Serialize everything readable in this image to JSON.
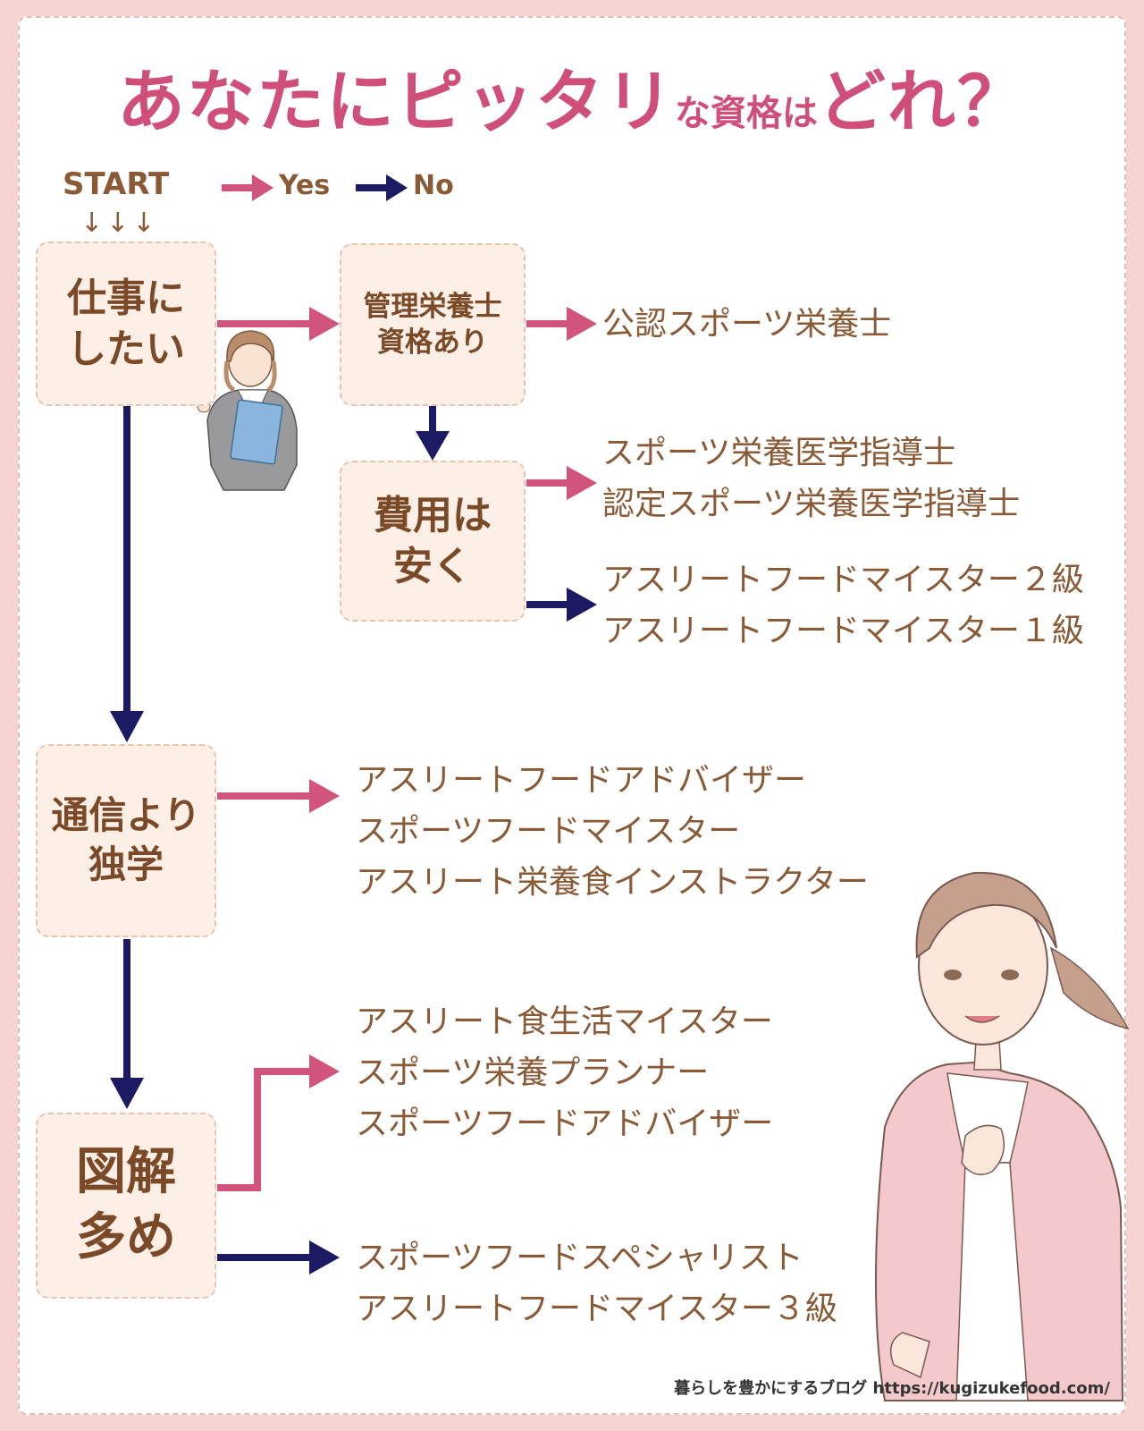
{
  "title": {
    "part1": "あなたにピッタリ",
    "part2": "な資格は",
    "part3": "どれ？"
  },
  "legend": {
    "start": "START",
    "down_arrows": "↓↓↓",
    "yes": "Yes",
    "no": "No"
  },
  "colors": {
    "yes": "#d1547a",
    "no": "#1c1a63",
    "node_bg": "#fdeee6",
    "text": "#8a5a37"
  },
  "nodes": {
    "work": [
      "仕事に",
      "したい"
    ],
    "dietitian": [
      "管理栄養士",
      "資格あり"
    ],
    "cost": [
      "費用は",
      "安く"
    ],
    "correspondence": [
      "通信より",
      "独学"
    ],
    "illustrations": [
      "図解",
      "多め"
    ]
  },
  "results": {
    "r1": [
      "公認スポーツ栄養士"
    ],
    "r2": [
      "スポーツ栄養医学指導士",
      "認定スポーツ栄養医学指導士"
    ],
    "r3": [
      "アスリートフードマイスター２級",
      "アスリートフードマイスター１級"
    ],
    "r4": [
      "アスリートフードアドバイザー",
      "スポーツフードマイスター",
      "アスリート栄養食インストラクター"
    ],
    "r5": [
      "アスリート食生活マイスター",
      "スポーツ栄養プランナー",
      "スポーツフードアドバイザー"
    ],
    "r6": [
      "スポーツフードスペシャリスト",
      "アスリートフードマイスター３級"
    ]
  },
  "footer": "暮らしを豊かにするブログ https://kugizukefood.com/",
  "illustrations": [
    "teacher-woman",
    "running-woman"
  ]
}
